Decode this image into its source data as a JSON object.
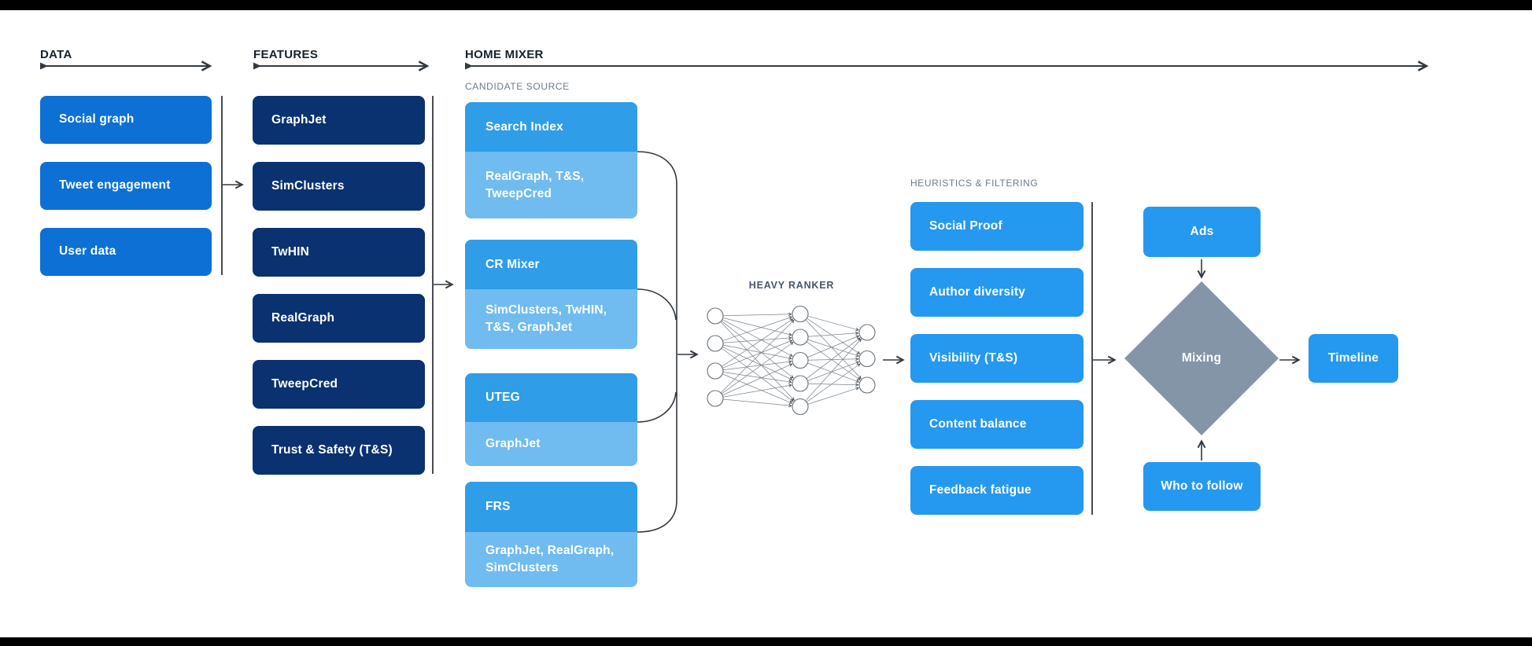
{
  "palette": {
    "data_box": "#0C70D4",
    "features_box": "#0A3170",
    "candidate_top": "#2F9DE8",
    "candidate_bottom": "#70BBF0",
    "blue_box": "#2598F0",
    "diamond": "#8395A7",
    "header_text": "#16212B",
    "subheader_text": "#6B7A8A",
    "ranker_text": "#46566B",
    "line": "#33393F"
  },
  "sections": {
    "data": {
      "label": "DATA",
      "boxes": [
        "Social graph",
        "Tweet engagement",
        "User data"
      ]
    },
    "features": {
      "label": "FEATURES",
      "boxes": [
        "GraphJet",
        "SimClusters",
        "TwHIN",
        "RealGraph",
        "TweepCred",
        "Trust & Safety (T&S)"
      ]
    },
    "home_mixer": {
      "label": "HOME MIXER",
      "candidate_source": {
        "label": "CANDIDATE SOURCE",
        "boxes": [
          {
            "title": "Search Index",
            "sub": "RealGraph, T&S, TweepCred"
          },
          {
            "title": "CR Mixer",
            "sub": "SimClusters, TwHIN, T&S, GraphJet"
          },
          {
            "title": "UTEG",
            "sub": "GraphJet"
          },
          {
            "title": "FRS",
            "sub": "GraphJet, RealGraph, SimClusters"
          }
        ]
      },
      "heavy_ranker": {
        "label": "HEAVY RANKER",
        "network": {
          "layers": [
            4,
            5,
            3
          ]
        }
      },
      "heuristics": {
        "label": "HEURISTICS & FILTERING",
        "boxes": [
          "Social Proof",
          "Author diversity",
          "Visibility (T&S)",
          "Content balance",
          "Feedback fatigue"
        ]
      },
      "output": {
        "ads": "Ads",
        "mixing": "Mixing",
        "who_to_follow": "Who to follow",
        "timeline": "Timeline"
      }
    }
  }
}
